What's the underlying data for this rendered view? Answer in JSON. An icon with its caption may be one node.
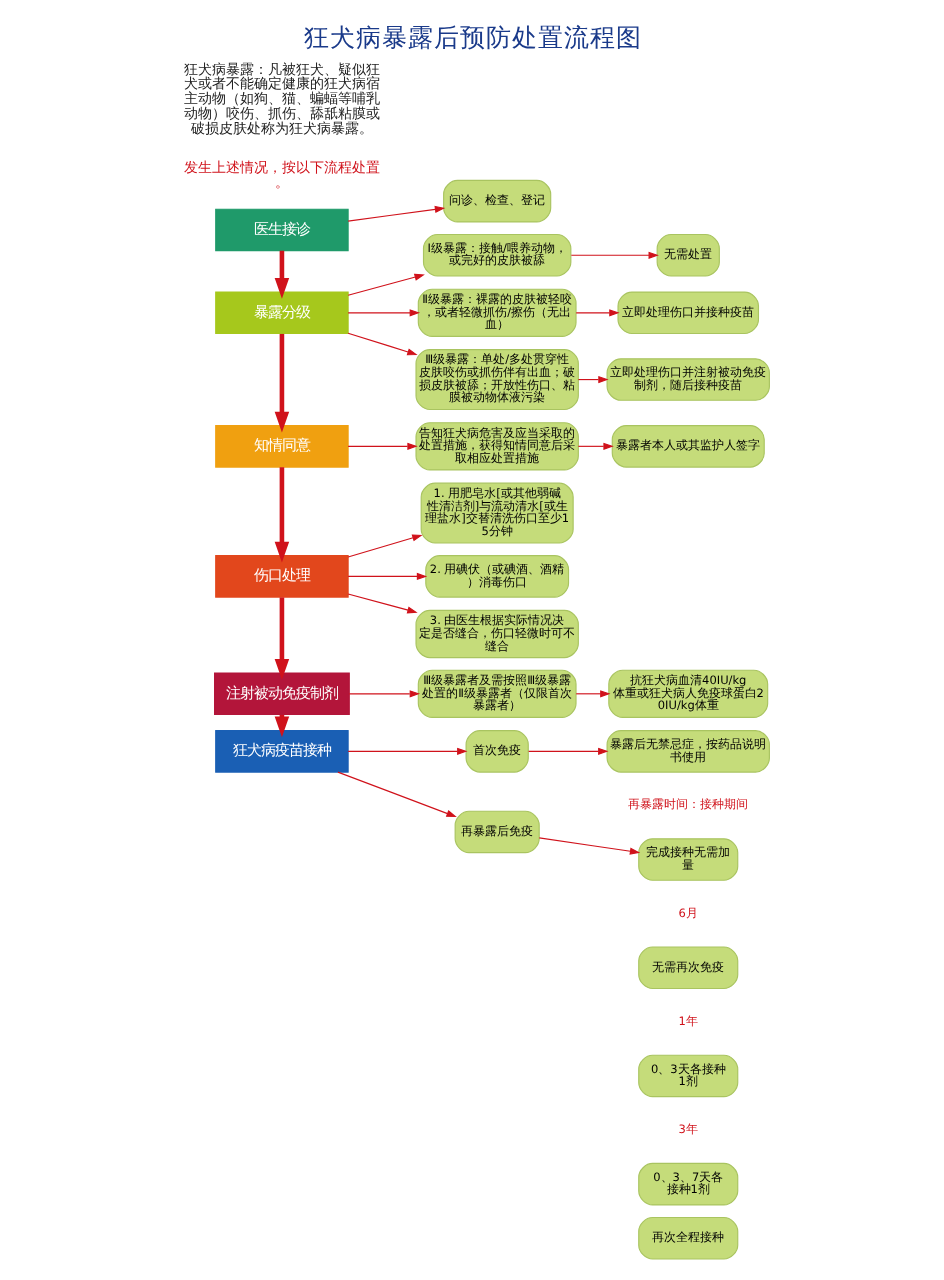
{
  "diagram": {
    "title": "狂犬病暴露后预防处置流程图",
    "nodes": [
      {
        "text": [
          "医生接诊"
        ]
      },
      {
        "text": [
          "问诊、检查、登记"
        ]
      },
      {
        "text": [
          "暴露分级"
        ]
      },
      {
        "text": [
          "Ⅰ级暴露：接触/喂养动物，或完好的皮肤被舔"
        ]
      },
      {
        "text": [
          "无需处置"
        ]
      },
      {
        "text": [
          "Ⅱ级暴露：裸露的皮肤被轻咬，或者轻微抓伤/擦伤（无出血）"
        ]
      },
      {
        "text": [
          "立即处理伤口并接种疫苗"
        ]
      },
      {
        "text": [
          "Ⅲ级暴露：单处/多处贯穿性皮肤咬伤或抓伤伴有出血；破损皮肤被舔；开放性伤口、粘膜被动物体液污染"
        ]
      },
      {
        "text": [
          "立即处理伤口并注射被动免疫制剂，随后接种疫苗"
        ]
      },
      {
        "text": [
          "知情同意"
        ]
      },
      {
        "text": [
          "告知狂犬病危害及应当采取的处置措施，获得知情同意后采取相应处置措施"
        ]
      },
      {
        "text": [
          "暴露者本人或其监护人签字"
        ]
      },
      {
        "text": [
          "伤口处理"
        ]
      },
      {
        "text": [
          "1. 用肥皂水[或其他弱碱性清洁剂]与流动清水[或生理盐水]交替清洗伤口至少15分钟"
        ]
      },
      {
        "text": [
          "2. 用碘伏（或碘酒、酒精）消毒伤口"
        ]
      },
      {
        "text": [
          "3. 由医生根据实际情况决定是否缝合，伤口轻微时可不缝合"
        ]
      },
      {
        "text": [
          "注射被动免疫制剂"
        ]
      },
      {
        "text": [
          "Ⅲ级暴露者及需按照Ⅲ级暴露处置的Ⅱ级暴露者（仅限首次暴露者）"
        ]
      },
      {
        "text": [
          "抗狂犬病血清40IU/kg体重或狂犬病人免疫球蛋白20IU/kg体重"
        ]
      },
      {
        "text": [
          "狂犬病疫苗接种"
        ]
      },
      {
        "text": [
          "首次免疫"
        ]
      },
      {
        "text": [
          "暴露后无禁忌症，按药品说明书使用"
        ]
      },
      {
        "text": [
          "再暴露后免疫"
        ]
      },
      {
        "text": [
          "完成接种无需加量"
        ]
      },
      {
        "text": [
          "无需再次免疫"
        ]
      },
      {
        "text": [
          "0、3天各接种1剂"
        ]
      },
      {
        "text": [
          "0、3、7天各接种1剂"
        ]
      },
      {
        "text": [
          "再次全程接种"
        ]
      }
    ],
    "edges": [
      {
        "from": 0,
        "to": 1,
        "arrow": "to"
      },
      {
        "from": 0,
        "to": 2,
        "arrow": "to",
        "style": "thick"
      },
      {
        "from": 2,
        "to": 3,
        "arrow": "to"
      },
      {
        "from": 2,
        "to": 5,
        "arrow": "to"
      },
      {
        "from": 2,
        "to": 7,
        "arrow": "to"
      },
      {
        "from": 3,
        "to": 4,
        "arrow": "to"
      },
      {
        "from": 5,
        "to": 6,
        "arrow": "to"
      },
      {
        "from": 7,
        "to": 8,
        "arrow": "to"
      },
      {
        "from": 2,
        "to": 9,
        "arrow": "to",
        "style": "thick"
      },
      {
        "from": 9,
        "to": 10,
        "arrow": "to"
      },
      {
        "from": 10,
        "to": 11,
        "arrow": "to"
      },
      {
        "from": 9,
        "to": 12,
        "arrow": "to",
        "style": "thick"
      },
      {
        "from": 12,
        "to": 13,
        "arrow": "to"
      },
      {
        "from": 12,
        "to": 14,
        "arrow": "to"
      },
      {
        "from": 12,
        "to": 15,
        "arrow": "to"
      },
      {
        "from": 12,
        "to": 16,
        "arrow": "to",
        "style": "thick"
      },
      {
        "from": 16,
        "to": 17,
        "arrow": "to"
      },
      {
        "from": 17,
        "to": 18,
        "arrow": "to"
      },
      {
        "from": 16,
        "to": 19,
        "arrow": "to",
        "style": "thick"
      },
      {
        "from": 19,
        "to": 20,
        "arrow": "to"
      },
      {
        "from": 19,
        "to": 22,
        "arrow": "to"
      },
      {
        "from": 20,
        "to": 21,
        "arrow": "to"
      },
      {
        "from": 22,
        "to": 23,
        "arrow": "to"
      }
    ],
    "labels": [
      "狂犬病暴露：凡被狂犬、疑似狂犬或者不能确定健康的狂犬病宿主动物（如狗、猫、蝙蝠等哺乳动物）咬伤、抓伤、舔舐粘膜或破损皮肤处称为狂犬病暴露。",
      "发生上述情况，按以下流程处置。",
      "再暴露时间：接种期间",
      "6月",
      "1年",
      "3年"
    ]
  }
}
